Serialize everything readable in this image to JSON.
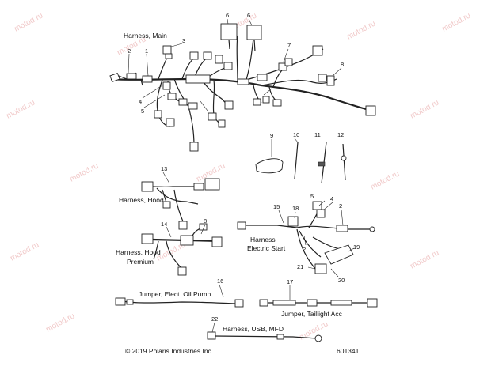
{
  "watermark": "motod.ru",
  "labels": {
    "harness_main": "Harness, Main",
    "harness_hood": "Harness, Hood",
    "harness_hood_premium_1": "Harness, Hood",
    "harness_hood_premium_2": "Premium",
    "harness_electric_start_1": "Harness",
    "harness_electric_start_2": "Electric Start",
    "jumper_oil_pump": "Jumper, Elect. Oil Pump",
    "jumper_taillight": "Jumper, Taillight Acc",
    "harness_usb": "Harness, USB, MFD"
  },
  "callouts": {
    "c1": "1",
    "c2a": "2",
    "c3": "3",
    "c4a": "4",
    "c5a": "5",
    "c6a": "6",
    "c6b": "6",
    "c7": "7",
    "c8a": "8",
    "c9": "9",
    "c10": "10",
    "c11": "11",
    "c12": "12",
    "c13": "13",
    "c14": "14",
    "c8b": "8",
    "c15": "15",
    "c18": "18",
    "c5b": "5",
    "c4b": "4",
    "c2b": "2",
    "c2c": "2",
    "c19": "19",
    "c20": "20",
    "c21": "21",
    "c16": "16",
    "c17": "17",
    "c22": "22"
  },
  "footer": {
    "copyright": "© 2019 Polaris Industries Inc.",
    "diagram_id": "601341"
  }
}
